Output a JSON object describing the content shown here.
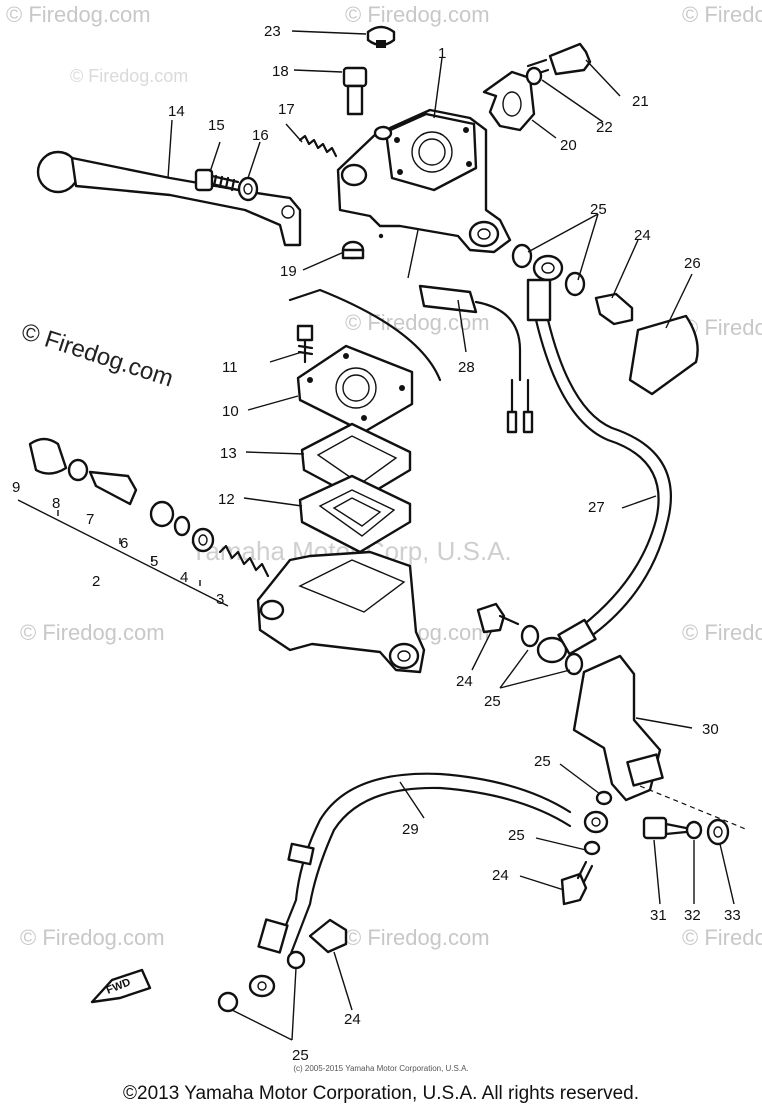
{
  "watermarks": {
    "brand": "© Firedog.com",
    "center": "Yamaha Motor Corp, U.S.A."
  },
  "parts": {
    "p1": "1",
    "p2": "2",
    "p3": "3",
    "p4": "4",
    "p5": "5",
    "p6": "6",
    "p7": "7",
    "p8": "8",
    "p9": "9",
    "p10": "10",
    "p11": "11",
    "p12": "12",
    "p13": "13",
    "p14": "14",
    "p15": "15",
    "p16": "16",
    "p17": "17",
    "p18": "18",
    "p19": "19",
    "p20": "20",
    "p21": "21",
    "p22": "22",
    "p23": "23",
    "p24": "24",
    "p25": "25",
    "p26": "26",
    "p27": "27",
    "p28": "28",
    "p29": "29",
    "p30": "30",
    "p31": "31",
    "p32": "32",
    "p33": "33"
  },
  "direction_badge": "FWD",
  "small_copyright": "(c) 2005-2015 Yamaha Motor Corporation, U.S.A.",
  "footer": "©2013 Yamaha Motor Corporation, U.S.A. All rights reserved."
}
